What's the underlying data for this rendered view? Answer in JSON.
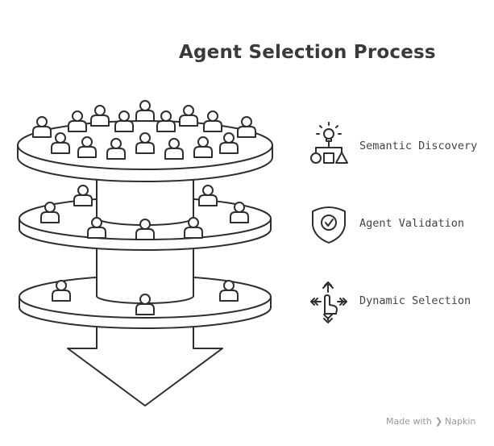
{
  "title": "Agent Selection Process",
  "stages": [
    {
      "label": "Semantic Discovery",
      "icon": "idea-shapes-icon"
    },
    {
      "label": "Agent Validation",
      "icon": "shield-check-icon"
    },
    {
      "label": "Dynamic Selection",
      "icon": "pointer-arrows-icon"
    }
  ],
  "watermark": {
    "prefix": "Made with",
    "brand": "Napkin"
  },
  "colors": {
    "stroke": "#2f2f2f",
    "text": "#333333",
    "watermark": "#9a9a9a"
  }
}
